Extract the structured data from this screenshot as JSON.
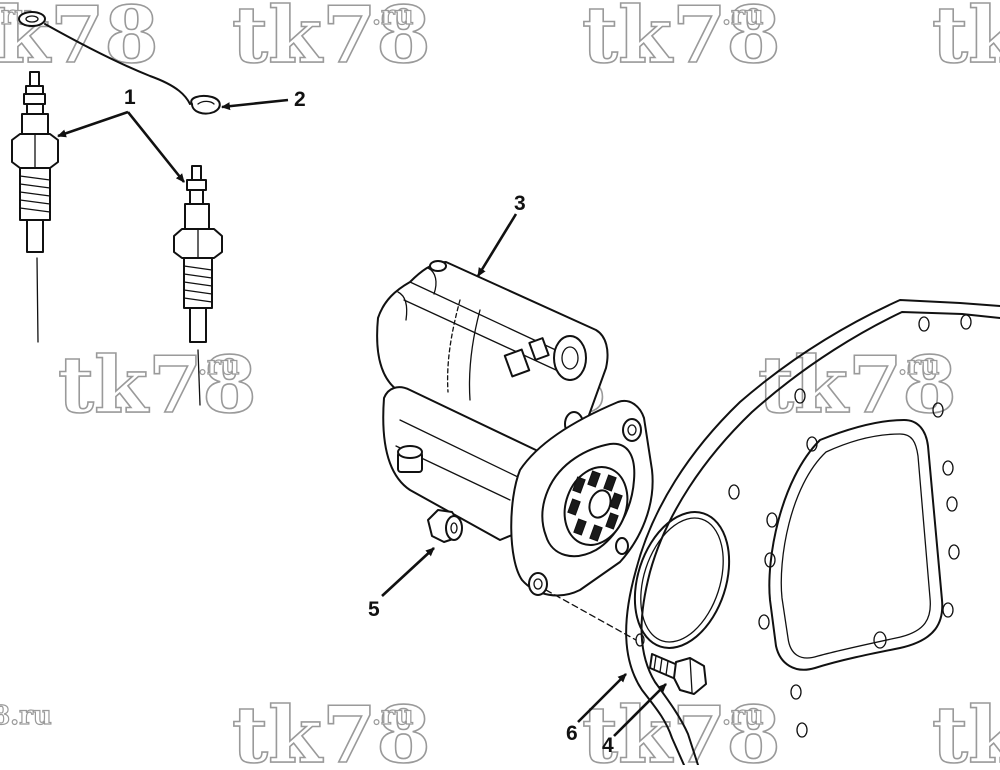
{
  "watermark": {
    "main": "tk78",
    "suffix": ".ru"
  },
  "callouts": {
    "c1": "1",
    "c2": "2",
    "c3": "3",
    "c4": "4",
    "c5": "5",
    "c6": "6"
  },
  "colors": {
    "ink": "#111111",
    "watermark_outline": "#9a9a9a",
    "background": "#ffffff"
  }
}
